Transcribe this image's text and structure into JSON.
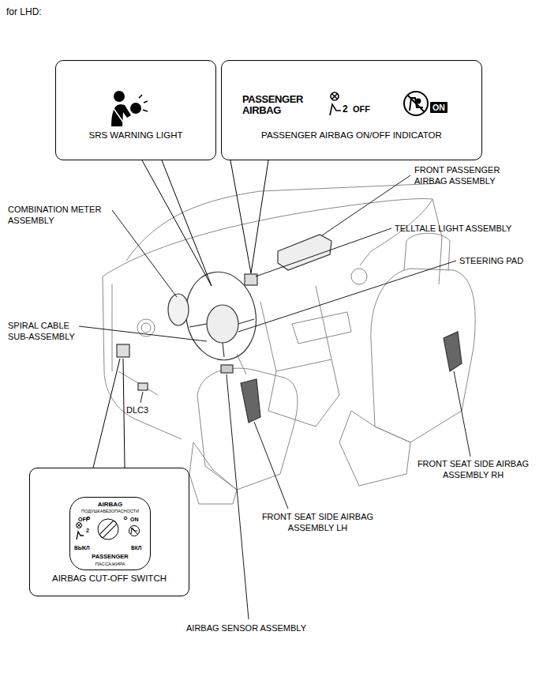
{
  "diagram": {
    "title": "for LHD:",
    "nodes": [
      {
        "text": [
          "SRS WARNING LIGHT"
        ]
      },
      {
        "text": [
          "PASSENGER AIRBAG",
          "2",
          "OFF",
          "PASSENGER AIRBAG ON/OFF INDICATOR"
        ]
      },
      {
        "text": [
          "ON"
        ],
        "in": 1
      },
      {
        "text": [
          "AIRBAG CUT-OFF SWITCH"
        ]
      },
      {
        "text": [
          "AIRBAG",
          "ПОДУШКАБЕЗОПАСНОСТИ",
          "OFF",
          "2",
          "ON",
          "ВЫКЛ",
          "ВКЛ",
          "PASSENGER",
          "ПАССАЖИРА"
        ],
        "in": 3
      }
    ],
    "labels": [
      "FRONT PASSENGER AIRBAG ASSEMBLY",
      "COMBINATION METER ASSEMBLY",
      "TELLTALE LIGHT ASSEMBLY",
      "STEERING PAD",
      "SPIRAL CABLE SUB-ASSEMBLY",
      "DLC3",
      "FRONT SEAT SIDE AIRBAG ASSEMBLY RH",
      "FRONT SEAT SIDE AIRBAG ASSEMBLY LH",
      "AIRBAG SENSOR ASSEMBLY"
    ]
  }
}
